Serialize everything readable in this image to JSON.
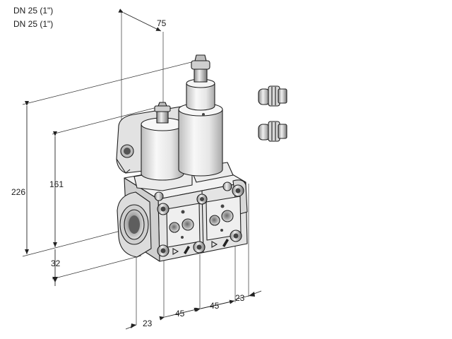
{
  "header": {
    "line1": "DN 25 (1\")",
    "line2": "DN 25 (1\")"
  },
  "dimensions": {
    "depth": "75",
    "overall_height": "226",
    "body_height": "161",
    "base_offset": "32",
    "left_offset": "23",
    "spacing_1": "45",
    "spacing_2": "45",
    "right_offset": "23"
  },
  "colors": {
    "body_light": "#ededed",
    "body_mid": "#d6d6d6",
    "body_dark": "#9a9a9a",
    "coil_light": "#f4f4f4",
    "coil_shade": "#c8c8c8",
    "outline": "#1e1e1e"
  }
}
